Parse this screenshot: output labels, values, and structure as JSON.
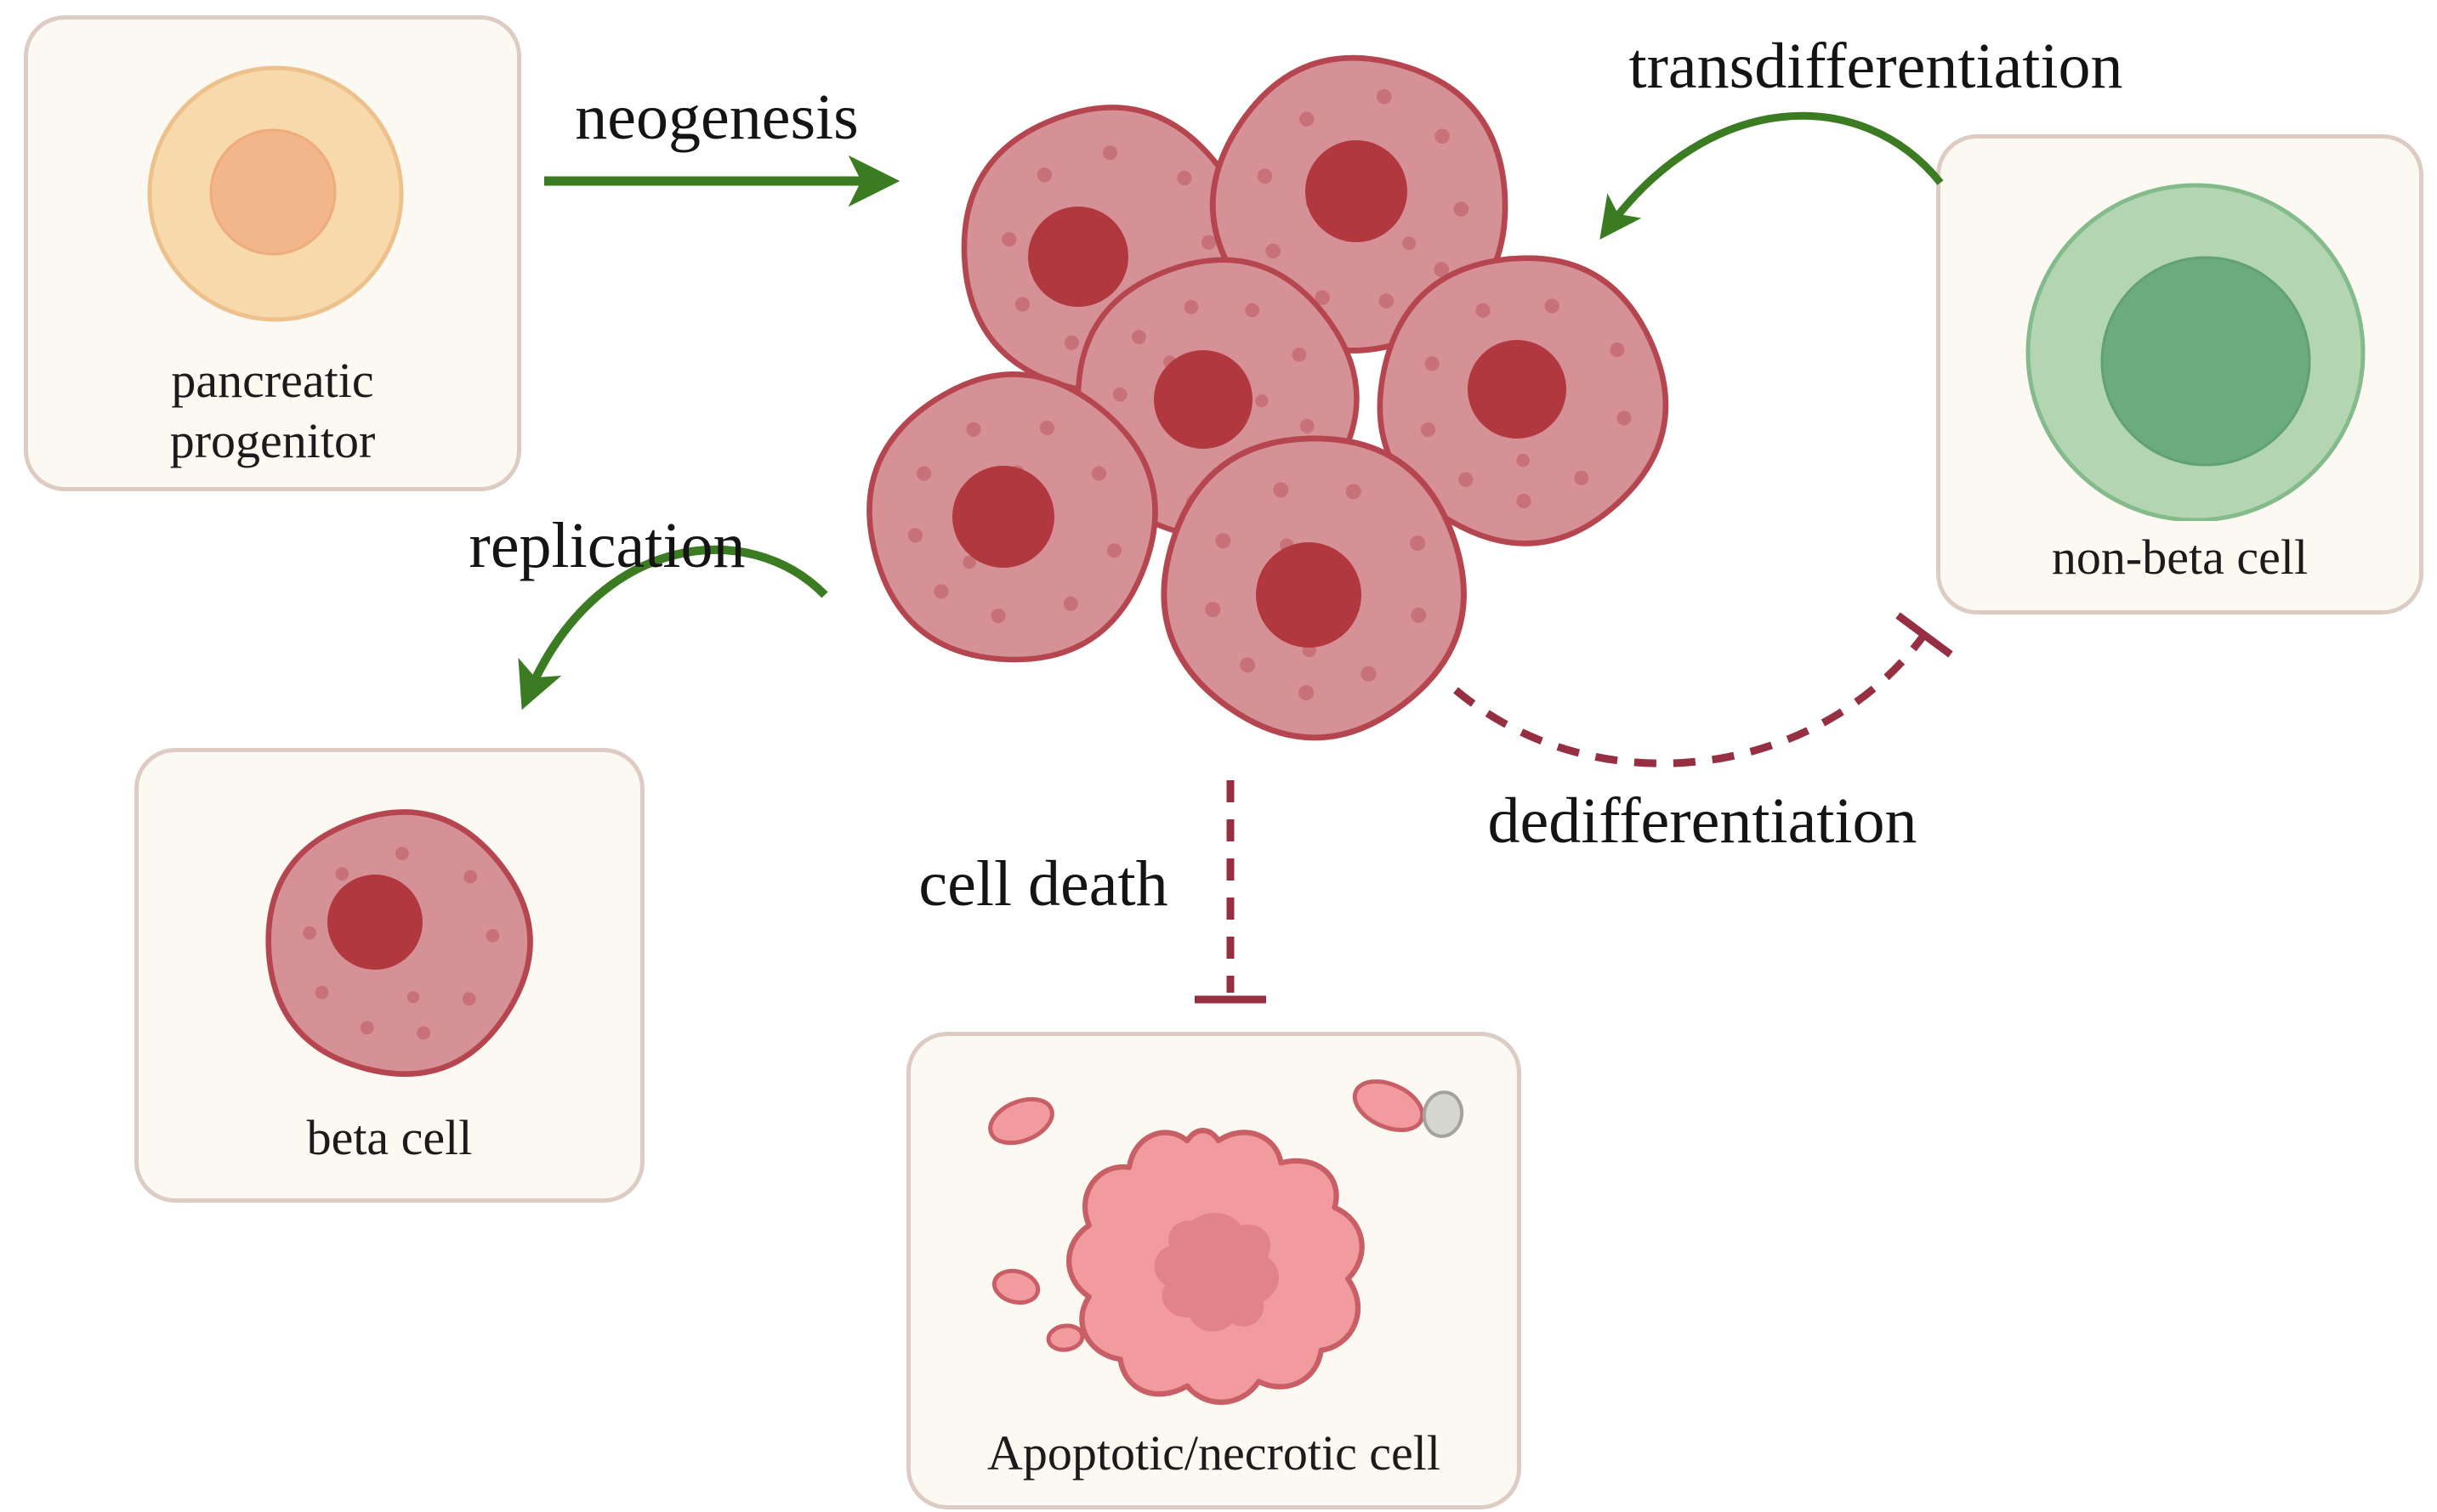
{
  "diagram": {
    "title": "beta cell mass dynamics",
    "background": "#ffffff",
    "colors": {
      "box_background": "#fcf8f2",
      "box_border": "#dcccc3",
      "beta_cell_fill": "#d69196",
      "beta_cell_stroke": "#b5464f",
      "beta_nucleus": "#b2383f",
      "beta_dots": "#bb5860",
      "progenitor_fill": "#f8d9ab",
      "progenitor_stroke": "#ecc18c",
      "progenitor_nucleus": "#f2b68a",
      "non_beta_fill": "#b3d5b2",
      "non_beta_stroke": "#83bb8a",
      "non_beta_nucleus": "#6cab7c",
      "apoptotic_fill": "#f29b9e",
      "apoptotic_stroke": "#c95f66",
      "apoptotic_inner": "#e2838a",
      "debris_gray": "#d6d6d0",
      "arrow_green": "#3b7b22",
      "dashed_maroon": "#962f42",
      "text": "#1b1b1b"
    },
    "nodes": {
      "pancreatic_progenitor": {
        "label": "pancreatic\nprogenitor"
      },
      "non_beta_cell": {
        "label": "non-beta cell"
      },
      "beta_cell": {
        "label": "beta cell"
      },
      "apoptotic_cell": {
        "label": "Apoptotic/necrotic cell"
      },
      "beta_cell_cluster": {
        "cell_count": 6
      }
    },
    "processes": {
      "neogenesis": "neogenesis",
      "transdifferentiation": "transdifferentiation",
      "replication": "replication",
      "dedifferentiation": "dedifferentiation",
      "cell_death": "cell death"
    }
  }
}
